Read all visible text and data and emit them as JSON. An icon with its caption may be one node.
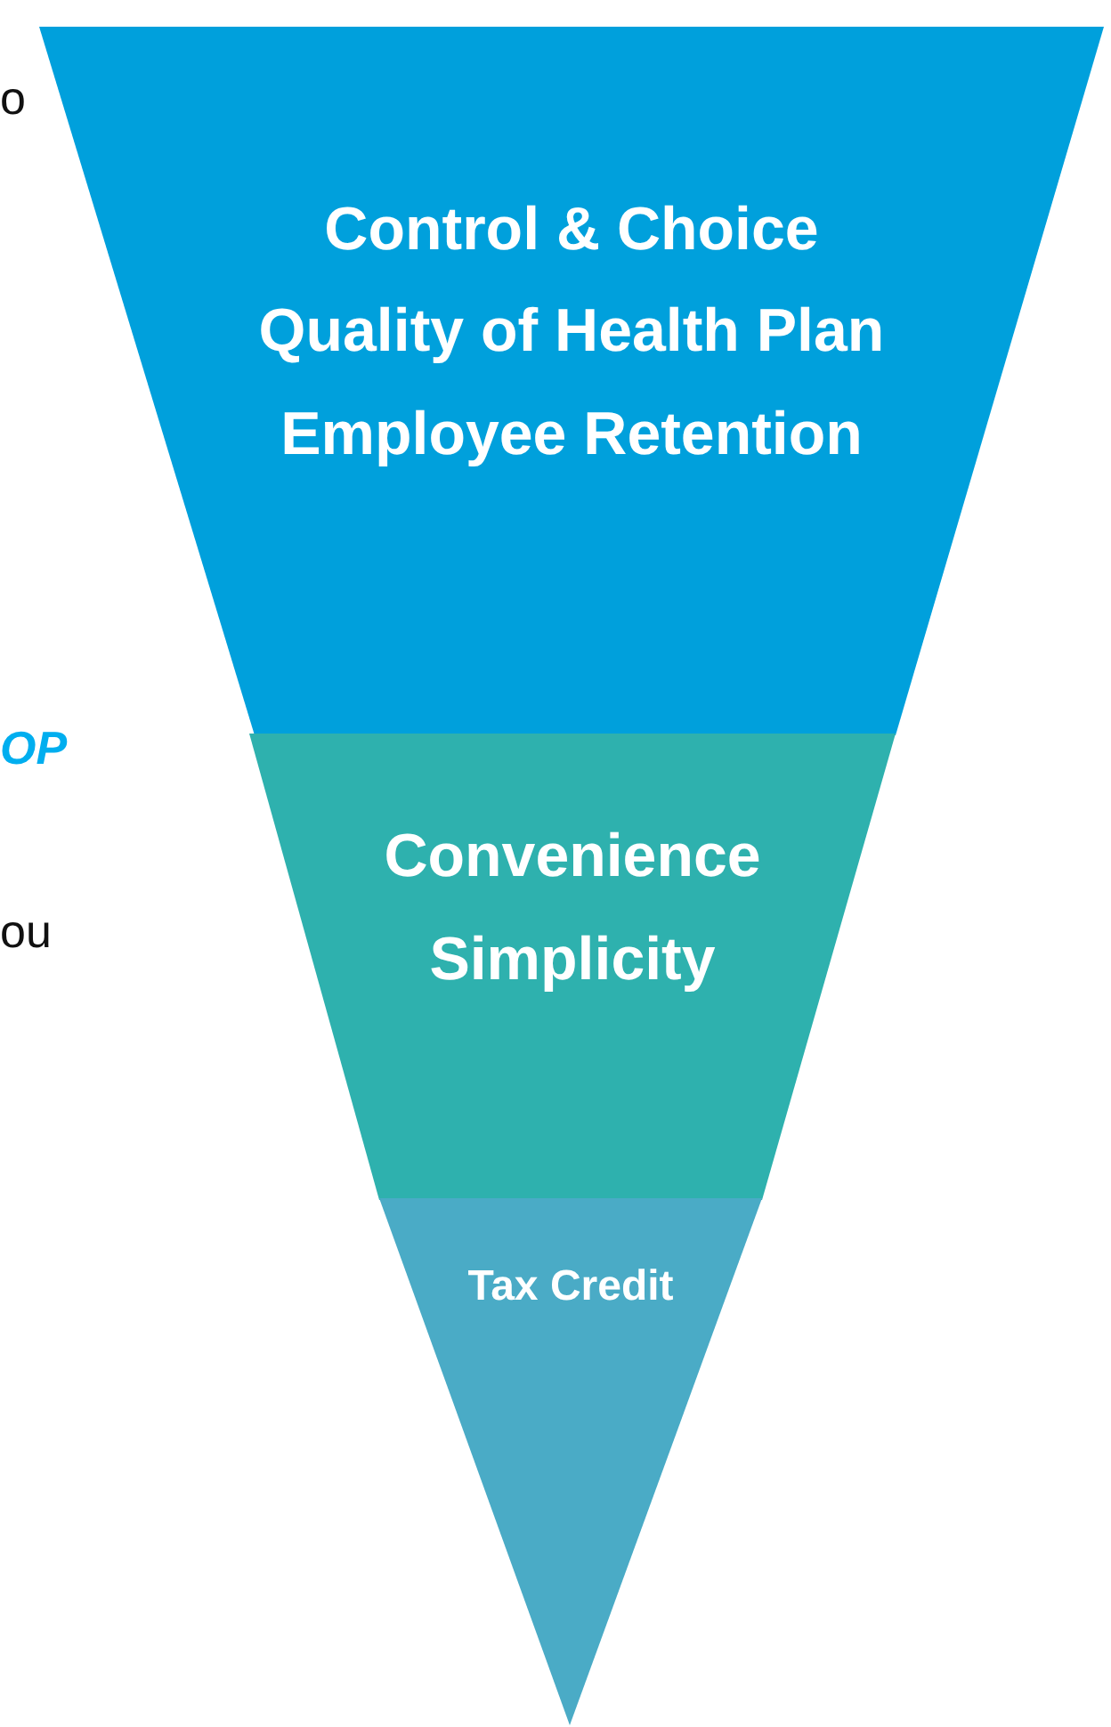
{
  "diagram": {
    "nodes": [
      {
        "text": [
          "Control & Choice",
          "Quality of Health Plan",
          "Employee Retention"
        ]
      },
      {
        "text": [
          "Convenience",
          "Simplicity"
        ]
      },
      {
        "text": [
          "Tax Credit"
        ]
      }
    ],
    "labels": [
      "o",
      "OP",
      "ou"
    ]
  }
}
